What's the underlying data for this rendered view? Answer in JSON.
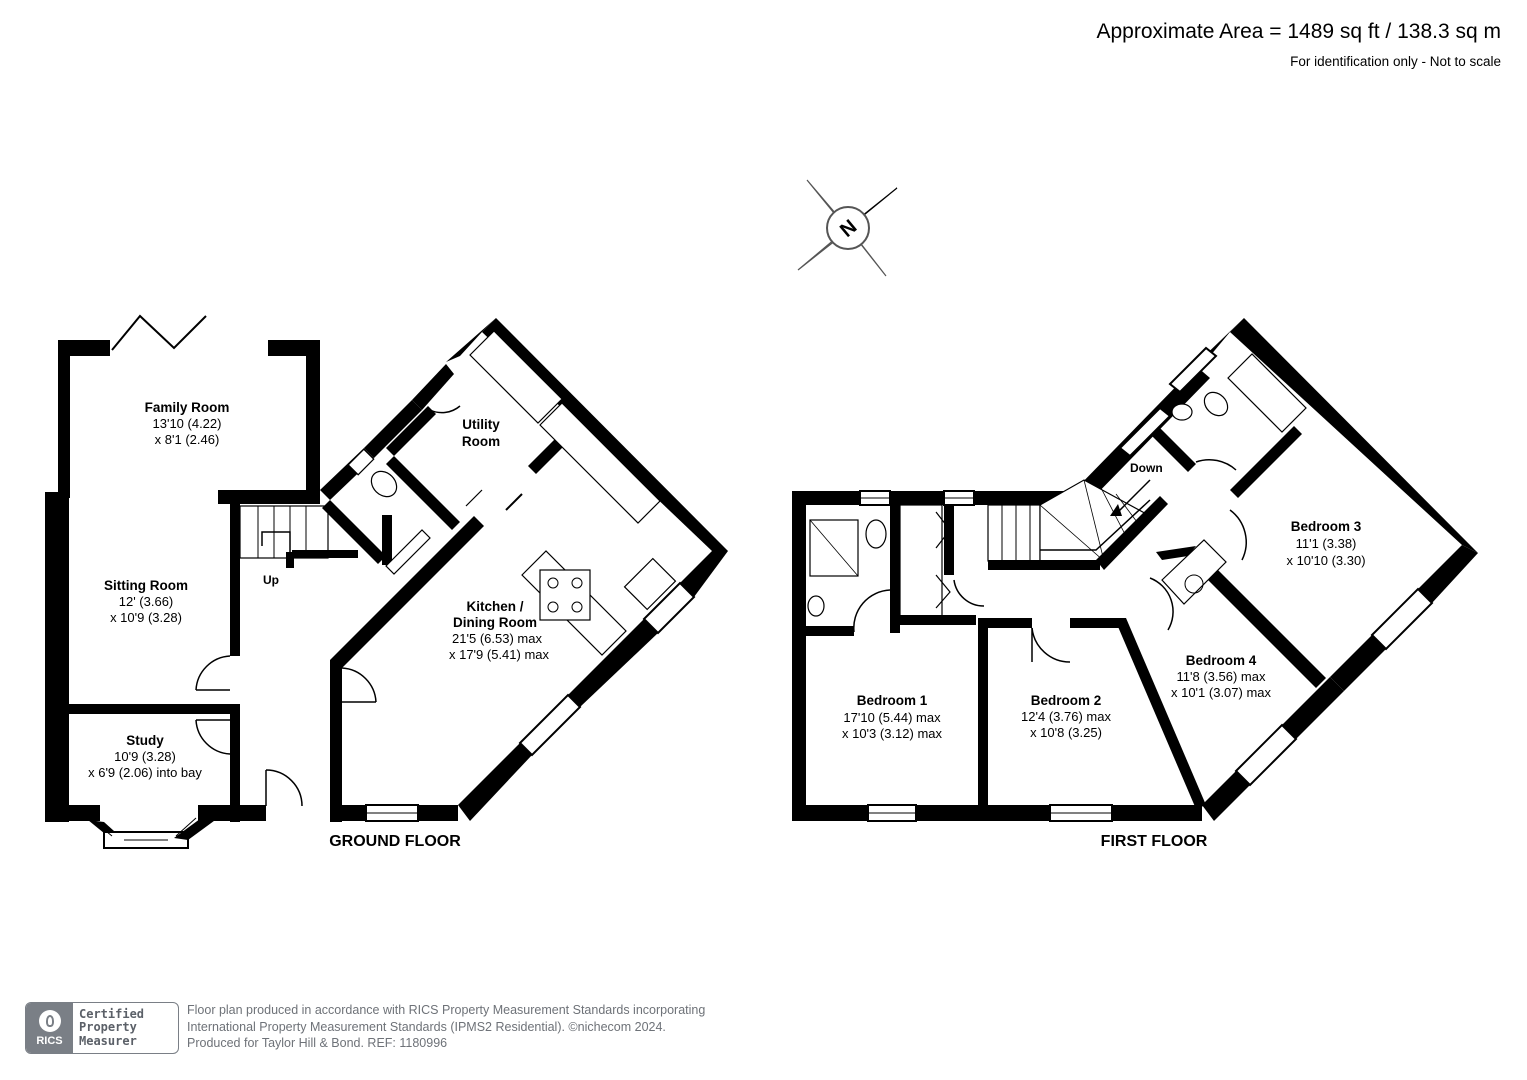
{
  "header": {
    "approximate_area": "Approximate Area = 1489 sq ft / 138.3 sq m",
    "disclaimer": "For identification only - Not to scale"
  },
  "compass": {
    "label": "N",
    "icon": "north-compass-icon"
  },
  "ground_floor": {
    "label": "GROUND FLOOR",
    "rooms": [
      {
        "name": "Family Room",
        "dims": [
          "13'10 (4.22)",
          "x 8'1 (2.46)"
        ]
      },
      {
        "name": "Sitting Room",
        "dims": [
          "12' (3.66)",
          "x 10'9 (3.28)"
        ]
      },
      {
        "name": "Study",
        "dims": [
          "10'9 (3.28)",
          "x 6'9 (2.06) into bay"
        ]
      },
      {
        "name": "Utility",
        "name2": "Room",
        "dims": []
      },
      {
        "name": "Kitchen /",
        "name2": "Dining Room",
        "dims": [
          "21'5 (6.53) max",
          "x 17'9 (5.41) max"
        ]
      }
    ],
    "stairs_label": "Up"
  },
  "first_floor": {
    "label": "FIRST FLOOR",
    "rooms": [
      {
        "name": "Bedroom 1",
        "dims": [
          "17'10 (5.44) max",
          "x 10'3 (3.12) max"
        ]
      },
      {
        "name": "Bedroom 2",
        "dims": [
          "12'4 (3.76) max",
          "x 10'8 (3.25)"
        ]
      },
      {
        "name": "Bedroom 3",
        "dims": [
          "11'1 (3.38)",
          "x 10'10 (3.30)"
        ]
      },
      {
        "name": "Bedroom 4",
        "dims": [
          "11'8 (3.56) max",
          "x 10'1 (3.07) max"
        ]
      }
    ],
    "stairs_label": "Down"
  },
  "footer": {
    "badge_lines": [
      "Certified",
      "Property",
      "Measurer"
    ],
    "badge_logo_text": "RICS",
    "note_lines": [
      "Floor plan produced in accordance with RICS Property Measurement Standards incorporating",
      "International Property Measurement Standards (IPMS2 Residential).  ©nichecom 2024.",
      "Produced for Taylor Hill & Bond.   REF: 1180996"
    ]
  },
  "colors": {
    "wall": "#000000",
    "fixture_line": "#555555",
    "badge_grey": "#7a7f86",
    "footer_text": "#6e7278"
  }
}
